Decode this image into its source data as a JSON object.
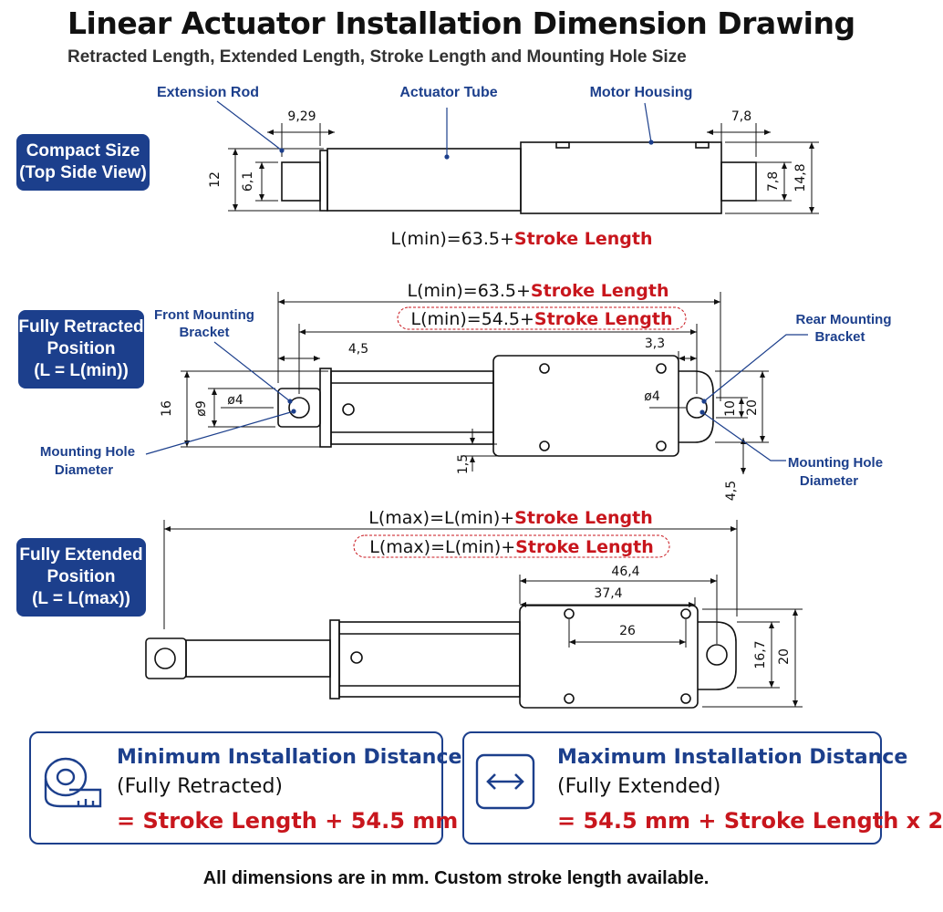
{
  "header": {
    "title": "Linear Actuator Installation Dimension Drawing",
    "subtitle": "Retracted Length, Extended Length, Stroke Length and Mounting Hole Size"
  },
  "colors": {
    "navy": "#1c3f8c",
    "red": "#c8161d",
    "line": "#111111"
  },
  "sections": {
    "compact": {
      "badge_line1": "Compact Size",
      "badge_line2": "(Top Side View)"
    },
    "retracted": {
      "badge_line1": "Fully Retracted",
      "badge_line2": "Position",
      "badge_line3": "(L = L(min))"
    },
    "extended": {
      "badge_line1": "Fully Extended",
      "badge_line2": "Position",
      "badge_line3": "(L = L(max))"
    }
  },
  "callouts": {
    "extension_rod": "Extension Rod",
    "actuator_tube": "Actuator Tube",
    "motor_housing": "Motor Housing",
    "front_bracket_1": "Front Mounting",
    "front_bracket_2": "Bracket",
    "rear_bracket_1": "Rear Mounting",
    "rear_bracket_2": "Bracket",
    "hole_left_1": "Mounting Hole",
    "hole_left_2": "Diameter",
    "hole_right_1": "Mounting Hole",
    "hole_right_2": "Diameter"
  },
  "dims": {
    "top": {
      "d929": "9,29",
      "d78": "7,8",
      "d12": "12",
      "d61": "6,1",
      "d78v": "7,8",
      "d148": "14,8"
    },
    "retracted": {
      "d45": "4,5",
      "d33": "3,3",
      "d16": "16",
      "d9": "ø9",
      "d4l": "ø4",
      "d4r": "ø4",
      "d10": "10",
      "d20": "20",
      "d15": "1,5",
      "d45v": "4,5"
    },
    "extended": {
      "d464": "46,4",
      "d374": "37,4",
      "d26": "26",
      "d167": "16,7",
      "d20": "20"
    }
  },
  "formulas": {
    "top_black": "L(min)=63.5+",
    "top_red": "Stroke Length",
    "ret1_black": "L(min)=63.5+",
    "ret1_red": "Stroke Length",
    "ret2_black": "L(min)=54.5+",
    "ret2_red": "Stroke Length",
    "ext1_black": "L(max)=L(min)+",
    "ext1_red": "Stroke Length",
    "ext2_black": "L(max)=L(min)+",
    "ext2_red": "Stroke Length"
  },
  "info_boxes": {
    "min": {
      "title": "Minimum Installation Distance",
      "sub": "(Fully Retracted)",
      "formula": "= Stroke Length + 54.5 mm",
      "icon": "tape-measure-icon"
    },
    "max": {
      "title": "Maximum Installation Distance",
      "sub": "(Fully Extended)",
      "formula": "= 54.5 mm + Stroke Length x 2",
      "icon": "double-arrow-icon"
    }
  },
  "footer": "All dimensions are in mm. Custom stroke length available."
}
